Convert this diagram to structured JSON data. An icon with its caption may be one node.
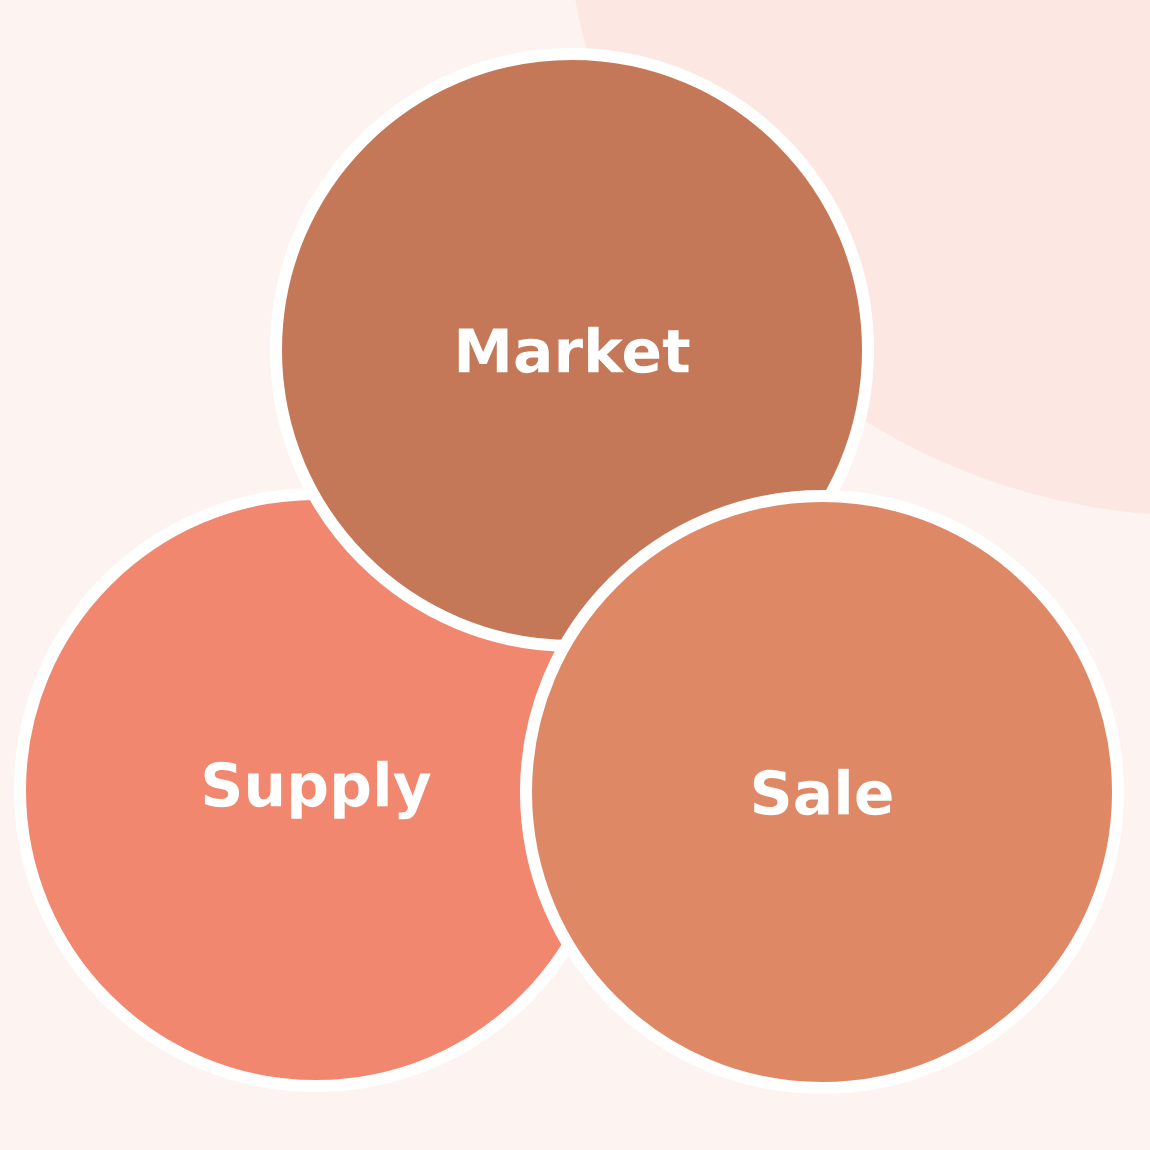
{
  "diagram": {
    "nodes": [
      {
        "text": [
          "Market"
        ]
      },
      {
        "text": [
          "Supply"
        ]
      },
      {
        "text": [
          "Sale"
        ]
      }
    ],
    "edges": []
  }
}
